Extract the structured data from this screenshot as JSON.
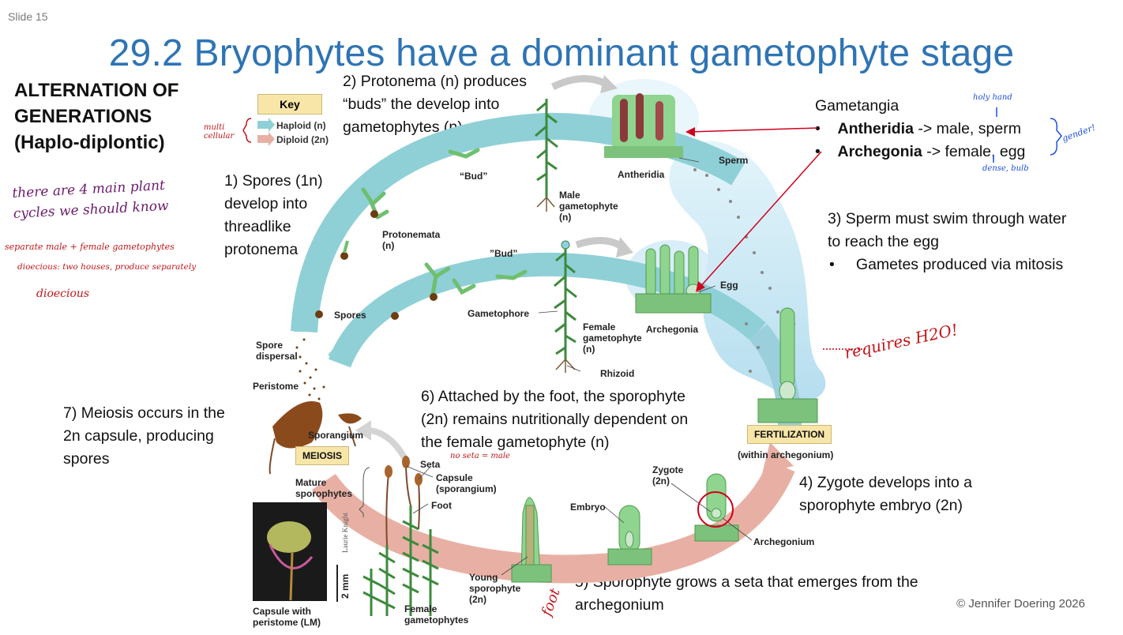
{
  "slide": {
    "number_label": "Slide 15",
    "title": "29.2 Bryophytes have a dominant gametophyte stage",
    "copyright": "© Jennifer Doering 2026"
  },
  "left_panel": {
    "heading_line1": "ALTERNATION OF",
    "heading_line2": "GENERATIONS",
    "heading_line3": "(Haplo-diplontic)",
    "note_1": "there are 4 main plant cycles we should know",
    "note_2": "separate male + female gametophytes",
    "note_3": "dioecious: two houses, produce separately",
    "note_4": "dioecious"
  },
  "key": {
    "title": "Key",
    "haploid": "Haploid (n)",
    "diploid": "Diploid (2n)",
    "note": "multi cellular",
    "haploid_color": "#8fd0d6",
    "diploid_color": "#e8b0a4"
  },
  "steps": {
    "step1_l1": "1) Spores (1n)",
    "step1_l2": "develop into",
    "step1_l3": "threadlike",
    "step1_l4": "protonema",
    "step2_l1": "2) Protonema (n) produces",
    "step2_l2": "“buds” the develop into",
    "step2_l3": "gametophytes (n)",
    "step3_l1": "3) Sperm must swim through water",
    "step3_l2": "to reach the egg",
    "step3_bullet": "Gametes produced via mitosis",
    "step4_l1": "4) Zygote develops into a",
    "step4_l2": "sporophyte embryo (2n)",
    "step5_l1": "5) Sporophyte grows a seta that emerges from the",
    "step5_l2": "archegonium",
    "step6_l1": "6) Attached by the foot, the sporophyte",
    "step6_l2": "(2n) remains nutritionally dependent on",
    "step6_l3": "the female gametophyte (n)",
    "step7_l1": "7) Meiosis occurs in the",
    "step7_l2": "2n capsule, producing",
    "step7_l3": "spores"
  },
  "gametangia": {
    "title": "Gametangia",
    "antheridia_bold": "Antheridia",
    "antheridia_rest": " -> male, sperm",
    "archegonia_bold": "Archegonia",
    "archegonia_rest": " -> female, egg",
    "note_top": "holy hand",
    "note_bottom": "dense, bulb",
    "note_side": "gender!"
  },
  "diagram_labels": {
    "bud_top": "“Bud”",
    "bud_mid": "”Bud”",
    "protonemata_l1": "Protonemata",
    "protonemata_l2": "(n)",
    "male_gameto_l1": "Male",
    "male_gameto_l2": "gametophyte",
    "male_gameto_l3": "(n)",
    "antheridia": "Antheridia",
    "sperm": "Sperm",
    "egg": "Egg",
    "archegonia": "Archegonia",
    "gametophore": "Gametophore",
    "female_gameto_l1": "Female",
    "female_gameto_l2": "gametophyte",
    "female_gameto_l3": "(n)",
    "rhizoid": "Rhizoid",
    "spores": "Spores",
    "spore_dispersal_l1": "Spore",
    "spore_dispersal_l2": "dispersal",
    "peristome": "Peristome",
    "sporangium": "Sporangium",
    "meiosis": "MEIOSIS",
    "seta": "Seta",
    "seta_note": "no seta = male",
    "capsule_l1": "Capsule",
    "capsule_l2": "(sporangium)",
    "foot": "Foot",
    "mature_l1": "Mature",
    "mature_l2": "sporophytes",
    "fertilization": "FERTILIZATION",
    "fertilization_sub": "(within archegonium)",
    "zygote_l1": "Zygote",
    "zygote_l2": "(2n)",
    "embryo": "Embryo",
    "archegonium": "Archegonium",
    "young_l1": "Young",
    "young_l2": "sporophyte",
    "young_l3": "(2n)",
    "foot_note": "foot",
    "female_gametophytes_l1": "Female",
    "female_gametophytes_l2": "gametophytes",
    "capsule_lm_l1": "Capsule with",
    "capsule_lm_l2": "peristome (LM)",
    "scale": "2 mm",
    "photo_credit": "Laurie Knight",
    "requires_water": "requires H2O!"
  }
}
